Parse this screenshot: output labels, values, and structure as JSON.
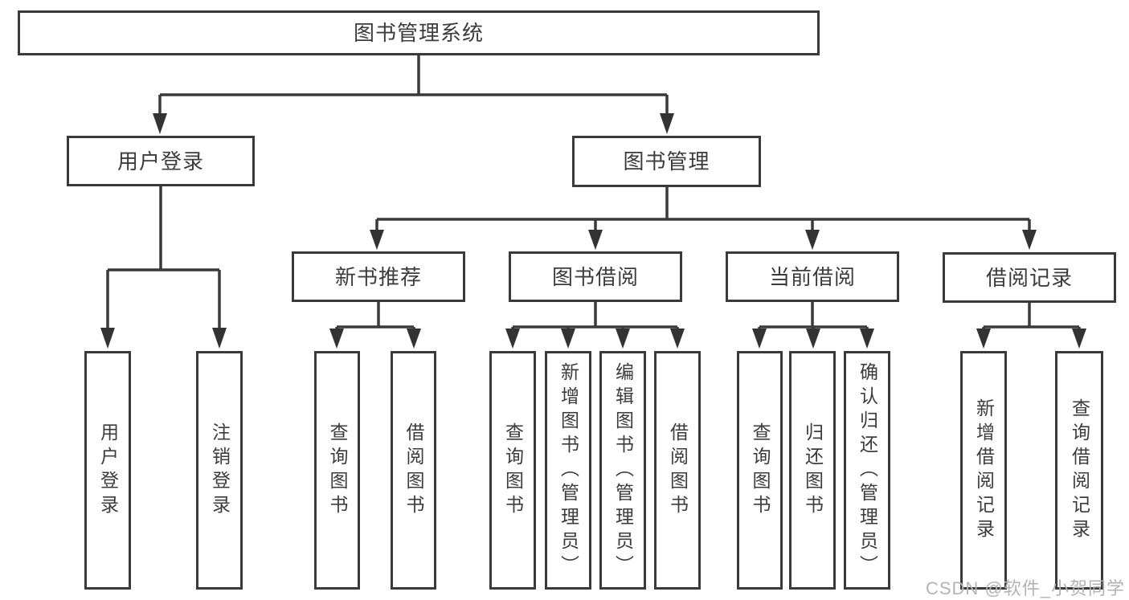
{
  "diagram": {
    "tree": {
      "label": "图书管理系统",
      "children": [
        {
          "label": "用户登录",
          "children": [
            {
              "label": "用户登录"
            },
            {
              "label": "注销登录"
            }
          ]
        },
        {
          "label": "图书管理",
          "children": [
            {
              "label": "新书推荐",
              "children": [
                {
                  "label": "查询图书"
                },
                {
                  "label": "借阅图书"
                }
              ]
            },
            {
              "label": "图书借阅",
              "children": [
                {
                  "label": "查询图书"
                },
                {
                  "label": "新增图书（管理员）"
                },
                {
                  "label": "编辑图书（管理员）"
                },
                {
                  "label": "借阅图书"
                }
              ]
            },
            {
              "label": "当前借阅",
              "children": [
                {
                  "label": "查询图书"
                },
                {
                  "label": "归还图书"
                },
                {
                  "label": "确认归还（管理员）"
                }
              ]
            },
            {
              "label": "借阅记录",
              "children": [
                {
                  "label": "新增借阅记录"
                },
                {
                  "label": "查询借阅记录"
                }
              ]
            }
          ]
        }
      ]
    },
    "colors": {
      "line": "#3a3a3a",
      "box_border": "#3a3a3a",
      "text": "#3c3c3c",
      "background": "#ffffff",
      "watermark": "#b3b3b3"
    }
  },
  "watermark": "CSDN @软件_小贺同学"
}
